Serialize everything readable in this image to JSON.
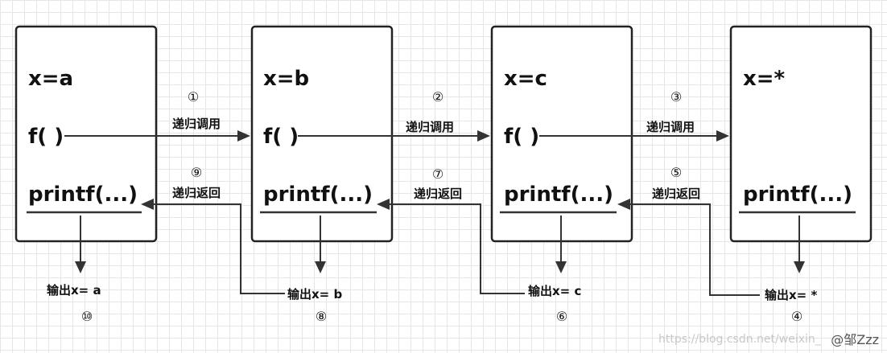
{
  "frames": [
    {
      "assign": "x=a",
      "call": "f( )",
      "print": "printf(...)"
    },
    {
      "assign": "x=b",
      "call": "f( )",
      "print": "printf(...)"
    },
    {
      "assign": "x=c",
      "call": "f( )",
      "print": "printf(...)"
    },
    {
      "assign": "x=*",
      "print": "printf(...)"
    }
  ],
  "calls": [
    {
      "step": "①",
      "label": "递归调用"
    },
    {
      "step": "②",
      "label": "递归调用"
    },
    {
      "step": "③",
      "label": "递归调用"
    }
  ],
  "returns": [
    {
      "step": "⑨",
      "label": "递归返回"
    },
    {
      "step": "⑦",
      "label": "递归返回"
    },
    {
      "step": "⑤",
      "label": "递归返回"
    }
  ],
  "outputs": [
    {
      "text": "输出x= a",
      "step": "⑩"
    },
    {
      "text": "输出x= b",
      "step": "⑧"
    },
    {
      "text": "输出x= c",
      "step": "⑥"
    },
    {
      "text": "输出x= *",
      "step": "④"
    }
  ],
  "watermark": {
    "url": "https://blog.csdn.net/weixin_",
    "author": "@邹Zzz"
  }
}
